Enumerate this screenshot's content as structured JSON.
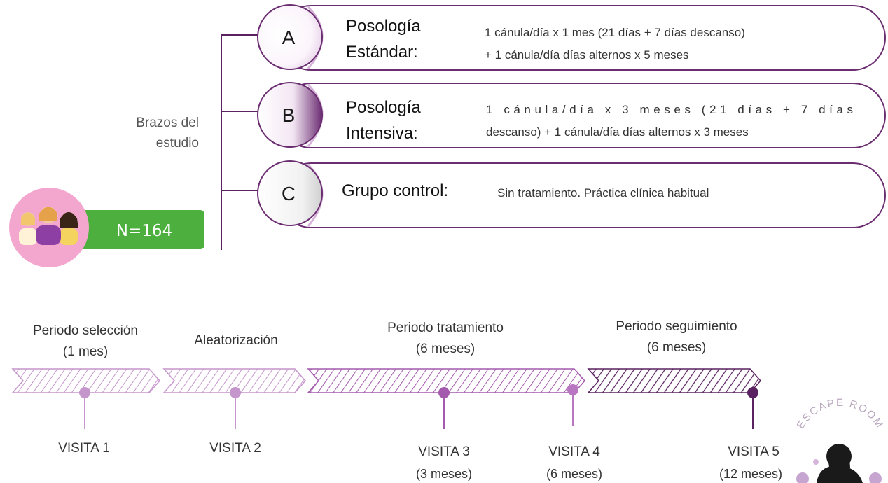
{
  "arms_section": {
    "label_line1": "Brazos del",
    "label_line2": "estudio",
    "n_badge": "N=164",
    "arms": [
      {
        "letter": "A",
        "title_line1": "Posología",
        "title_line2": "Estándar:",
        "desc_line1": "1 cánula/día x 1 mes (21 días + 7 días descanso)",
        "desc_line2": "+ 1 cánula/día días alternos x 5 meses"
      },
      {
        "letter": "B",
        "title_line1": "Posología",
        "title_line2": "Intensiva:",
        "desc_line1": "1 cánula/día x 3 meses (21 días + 7 días",
        "desc_line2": "descanso) + 1 cánula/día días alternos x 3 meses"
      },
      {
        "letter": "C",
        "title_line1": "Grupo control:",
        "title_line2": "",
        "desc_line1": "Sin tratamiento. Práctica clínica habitual",
        "desc_line2": ""
      }
    ]
  },
  "timeline": {
    "periods": [
      {
        "line1": "Periodo selección",
        "line2": "(1 mes)"
      },
      {
        "line1": "Aleatorización",
        "line2": ""
      },
      {
        "line1": "Periodo tratamiento",
        "line2": "(6 meses)"
      },
      {
        "line1": "Periodo seguimiento",
        "line2": "(6 meses)"
      }
    ],
    "visits": [
      {
        "label": "VISITA 1",
        "sub": ""
      },
      {
        "label": "VISITA 2",
        "sub": ""
      },
      {
        "label": "VISITA 3",
        "sub": "(3 meses)"
      },
      {
        "label": "VISITA 4",
        "sub": "(6 meses)"
      },
      {
        "label": "VISITA 5",
        "sub": "(12 meses)"
      }
    ]
  },
  "logo": {
    "text": "ESCAPE ROOM"
  },
  "colors": {
    "purple_dark": "#5a2260",
    "purple_mid": "#9b4ba5",
    "purple_light": "#c596cc",
    "green": "#4caf3e",
    "pink": "#f3a7cf"
  }
}
